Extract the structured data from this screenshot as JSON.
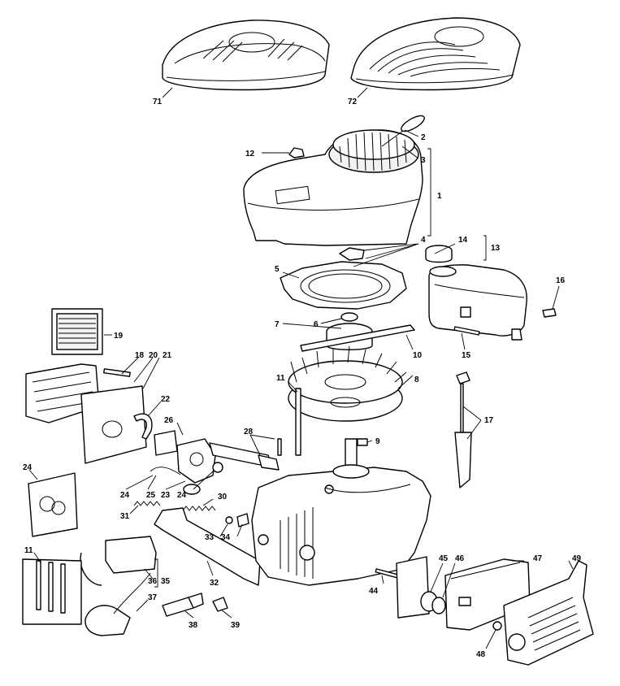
{
  "callouts": [
    {
      "id": "c71",
      "text": "71"
    },
    {
      "id": "c72",
      "text": "72"
    },
    {
      "id": "c12",
      "text": "12"
    },
    {
      "id": "c2",
      "text": "2"
    },
    {
      "id": "c3",
      "text": "3"
    },
    {
      "id": "c1",
      "text": "1"
    },
    {
      "id": "c4",
      "text": "4"
    },
    {
      "id": "c5",
      "text": "5"
    },
    {
      "id": "c14",
      "text": "14"
    },
    {
      "id": "c13",
      "text": "13"
    },
    {
      "id": "c16",
      "text": "16"
    },
    {
      "id": "c6",
      "text": "6"
    },
    {
      "id": "c7",
      "text": "7"
    },
    {
      "id": "c10",
      "text": "10"
    },
    {
      "id": "c15",
      "text": "15"
    },
    {
      "id": "c8",
      "text": "8"
    },
    {
      "id": "c11a",
      "text": "11"
    },
    {
      "id": "c9",
      "text": "9"
    },
    {
      "id": "c17",
      "text": "17"
    },
    {
      "id": "c19",
      "text": "19"
    },
    {
      "id": "c18",
      "text": "18"
    },
    {
      "id": "c20",
      "text": "20"
    },
    {
      "id": "c21",
      "text": "21"
    },
    {
      "id": "c22",
      "text": "22"
    },
    {
      "id": "c26",
      "text": "26"
    },
    {
      "id": "c28",
      "text": "28"
    },
    {
      "id": "c24a",
      "text": "24"
    },
    {
      "id": "c24b",
      "text": "24"
    },
    {
      "id": "c25",
      "text": "25"
    },
    {
      "id": "c23",
      "text": "23"
    },
    {
      "id": "c24c",
      "text": "24"
    },
    {
      "id": "c30",
      "text": "30"
    },
    {
      "id": "c31",
      "text": "31"
    },
    {
      "id": "c33",
      "text": "33"
    },
    {
      "id": "c34",
      "text": "34"
    },
    {
      "id": "c11b",
      "text": "11"
    },
    {
      "id": "c36",
      "text": "36"
    },
    {
      "id": "c35",
      "text": "35"
    },
    {
      "id": "c32",
      "text": "32"
    },
    {
      "id": "c37",
      "text": "37"
    },
    {
      "id": "c38",
      "text": "38"
    },
    {
      "id": "c39",
      "text": "39"
    },
    {
      "id": "c44",
      "text": "44"
    },
    {
      "id": "c45",
      "text": "45"
    },
    {
      "id": "c46",
      "text": "46"
    },
    {
      "id": "c47",
      "text": "47"
    },
    {
      "id": "c49",
      "text": "49"
    },
    {
      "id": "c48",
      "text": "48"
    }
  ]
}
